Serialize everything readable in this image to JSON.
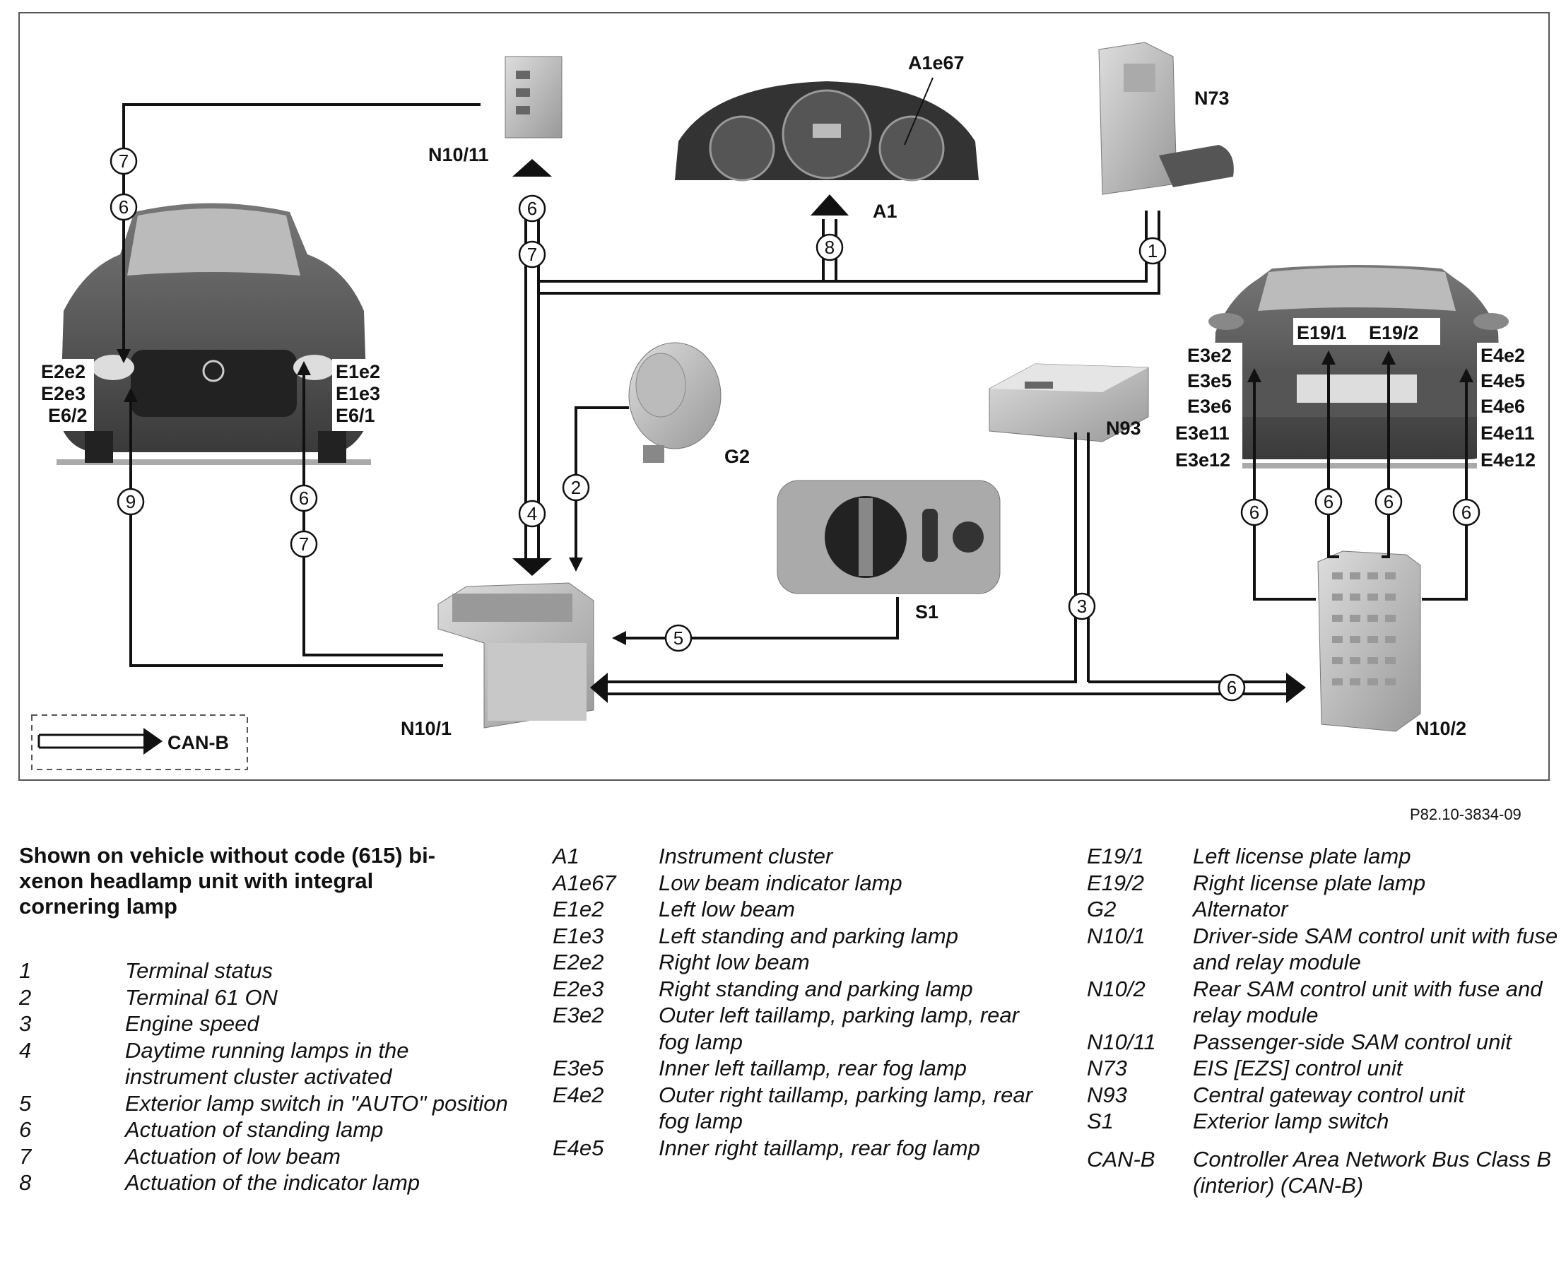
{
  "components": {
    "n10_11": "N10/11",
    "a1e67": "A1e67",
    "n73": "N73",
    "a1": "A1",
    "g2": "G2",
    "n93": "N93",
    "s1": "S1",
    "n10_1": "N10/1",
    "n10_2": "N10/2",
    "e19_1": "E19/1",
    "e19_2": "E19/2",
    "front_left_labels": [
      "E2e2",
      "E2e3",
      "E6/2"
    ],
    "front_right_labels": [
      "E1e2",
      "E1e3",
      "E6/1"
    ],
    "rear_left_labels": [
      "E3e2",
      "E3e5",
      "E3e6",
      "E3e11",
      "E3e12"
    ],
    "rear_right_labels": [
      "E4e2",
      "E4e5",
      "E4e6",
      "E4e11",
      "E4e12"
    ]
  },
  "signal_numbers": {
    "n10_11_to_front_a": "7",
    "n10_11_to_front_b": "6",
    "n10_11_up_a": "6",
    "n10_11_up_b": "7",
    "a1_up": "8",
    "n73_down": "1",
    "to_n10_1": "4",
    "g2_down": "2",
    "front_left_up": "9",
    "front_right_up_a": "6",
    "front_right_up_b": "7",
    "s1_to_n10_1": "5",
    "n93_down": "3",
    "to_n10_2": "6",
    "rear_1": "6",
    "rear_2": "6",
    "rear_3": "6",
    "rear_4": "6"
  },
  "legend_box": {
    "label": "CAN-B"
  },
  "figure_ref": "P82.10-3834-09",
  "caption": "Shown on vehicle without code (615) bi-xenon headlamp unit with integral cornering lamp",
  "numbered_items": [
    {
      "key": "1",
      "value": "Terminal status"
    },
    {
      "key": "2",
      "value": "Terminal 61 ON"
    },
    {
      "key": "3",
      "value": "Engine speed"
    },
    {
      "key": "4",
      "value": "Daytime running lamps in the instrument cluster activated"
    },
    {
      "key": "5",
      "value": "Exterior lamp switch in \"AUTO\" position"
    },
    {
      "key": "6",
      "value": "Actuation of standing lamp"
    },
    {
      "key": "7",
      "value": "Actuation of low beam"
    },
    {
      "key": "8",
      "value": "Actuation of the indicator lamp"
    }
  ],
  "component_legend_mid": [
    {
      "key": "A1",
      "value": "Instrument cluster"
    },
    {
      "key": "A1e67",
      "value": "Low beam indicator lamp"
    },
    {
      "key": "E1e2",
      "value": "Left low beam"
    },
    {
      "key": "E1e3",
      "value": "Left standing and parking lamp"
    },
    {
      "key": "E2e2",
      "value": "Right low beam"
    },
    {
      "key": "E2e3",
      "value": "Right standing and parking lamp"
    },
    {
      "key": "E3e2",
      "value": "Outer left taillamp, parking lamp, rear fog lamp"
    },
    {
      "key": "E3e5",
      "value": "Inner left taillamp, rear fog lamp"
    },
    {
      "key": "E4e2",
      "value": "Outer right taillamp, parking lamp, rear fog lamp"
    },
    {
      "key": "E4e5",
      "value": "Inner right taillamp, rear fog lamp"
    }
  ],
  "component_legend_right": [
    {
      "key": "E19/1",
      "value": "Left license plate lamp"
    },
    {
      "key": "E19/2",
      "value": "Right license plate lamp"
    },
    {
      "key": "G2",
      "value": "Alternator"
    },
    {
      "key": "N10/1",
      "value": "Driver-side SAM control unit with fuse and relay module"
    },
    {
      "key": "N10/2",
      "value": "Rear SAM control unit with fuse and relay module"
    },
    {
      "key": "N10/11",
      "value": "Passenger-side SAM control unit"
    },
    {
      "key": "N73",
      "value": "EIS [EZS] control unit"
    },
    {
      "key": "N93",
      "value": "Central gateway control unit"
    },
    {
      "key": "S1",
      "value": "Exterior lamp switch"
    }
  ],
  "component_legend_canb": {
    "key": "CAN-B",
    "value": "Controller Area Network Bus Class B (interior) (CAN-B)"
  }
}
